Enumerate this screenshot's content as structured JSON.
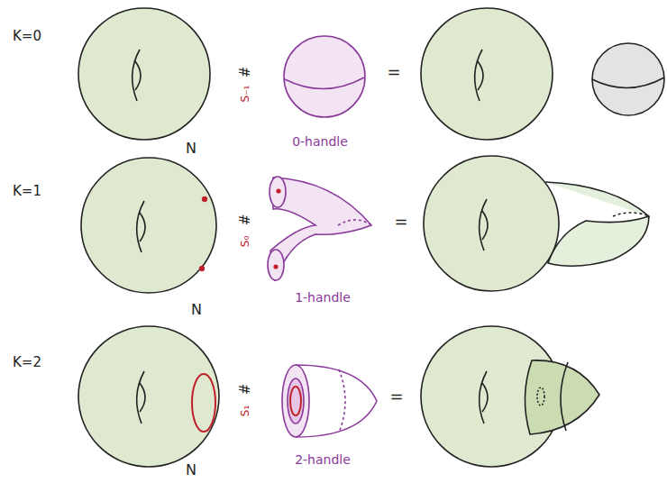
{
  "diagram": {
    "labels": [
      "K=0",
      "K=1",
      "K=2",
      "N",
      "N",
      "N",
      "0-handle",
      "1-handle",
      "2-handle",
      "S₋₁",
      "S₀",
      "S₁",
      "#",
      "#",
      "#",
      "=",
      "=",
      "="
    ]
  }
}
